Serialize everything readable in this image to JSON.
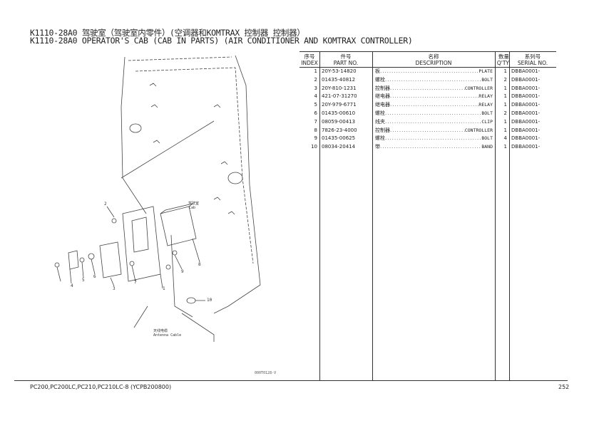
{
  "title": {
    "cn": "K1110-28A0 驾驶室（驾驶室内零件）(空调器和KOMTRAX 控制器 控制器）",
    "en": "K1110-28A0 OPERATOR'S CAB (CAB IN PARTS) (AIR CONDITIONER AND KOMTRAX CONTROLLER)"
  },
  "table": {
    "headers": [
      {
        "cn": "序号",
        "en": "INDEX"
      },
      {
        "cn": "件号",
        "en": "PART NO."
      },
      {
        "cn": "名称",
        "en": "DESCRIPTION"
      },
      {
        "cn": "数量",
        "en": "Q'TY"
      },
      {
        "cn": "系列号",
        "en": "SERIAL NO."
      }
    ],
    "rows": [
      {
        "index": "1",
        "part": "20Y-53-14820",
        "cn": "板",
        "en": "PLATE",
        "qty": "1",
        "serial": "DBBA0001-"
      },
      {
        "index": "2",
        "part": "01435-40812",
        "cn": "螺栓",
        "en": "BOLT",
        "qty": "2",
        "serial": "DBBA0001-"
      },
      {
        "index": "3",
        "part": "20Y-810-1231",
        "cn": "控制器",
        "en": "CONTROLLER",
        "qty": "1",
        "serial": "DBBA0001-"
      },
      {
        "index": "4",
        "part": "421-07-31270",
        "cn": "继电器",
        "en": "RELAY",
        "qty": "1",
        "serial": "DBBA0001-"
      },
      {
        "index": "5",
        "part": "20Y-979-6771",
        "cn": "继电器",
        "en": "RELAY",
        "qty": "1",
        "serial": "DBBA0001-"
      },
      {
        "index": "6",
        "part": "01435-00610",
        "cn": "螺栓",
        "en": "BOLT",
        "qty": "2",
        "serial": "DBBA0001-"
      },
      {
        "index": "7",
        "part": "08059-00413",
        "cn": "线夹",
        "en": "CLIP",
        "qty": "1",
        "serial": "DBBA0001-"
      },
      {
        "index": "8",
        "part": "7826-23-4000",
        "cn": "控制器",
        "en": "CONTROLLER",
        "qty": "1",
        "serial": "DBBA0001-"
      },
      {
        "index": "9",
        "part": "01435-00625",
        "cn": "螺栓",
        "en": "BOLT",
        "qty": "4",
        "serial": "DBBA0001-"
      },
      {
        "index": "10",
        "part": "08034-20414",
        "cn": "带",
        "en": "BAND",
        "qty": "1",
        "serial": "DBBA0001-"
      }
    ]
  },
  "diagram": {
    "cab_cn": "驾驶室",
    "cab_en": "Cab",
    "antenna_cn": "天线电缆",
    "antenna_en": "Antenna Cable",
    "callouts": [
      "1",
      "2",
      "3",
      "4",
      "5",
      "6",
      "7",
      "8",
      "9",
      "10"
    ],
    "drawing_no": "000T0128-V"
  },
  "footer": {
    "model": "PC200,PC200LC,PC210,PC210LC-8 (YCPB200800)",
    "page": "252"
  }
}
